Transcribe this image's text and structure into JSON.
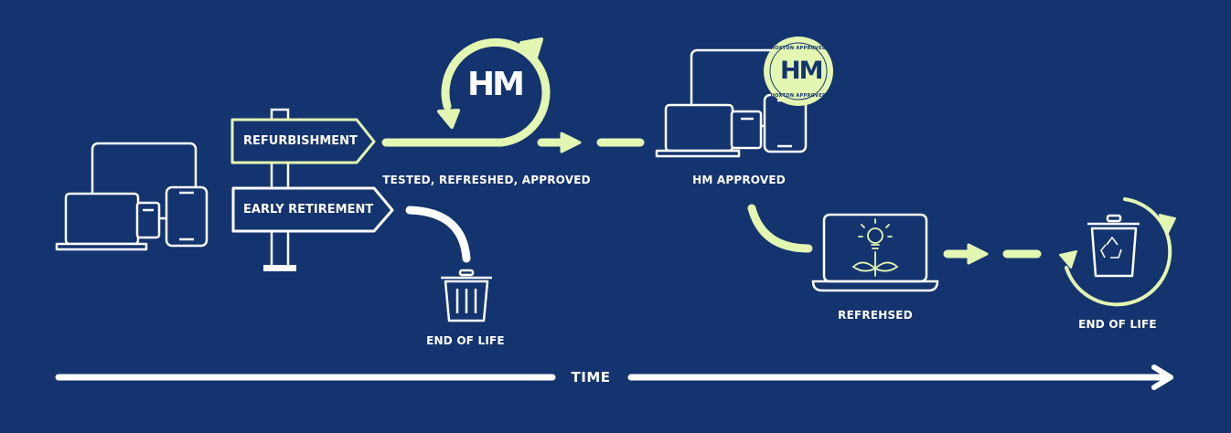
{
  "signpost": {
    "refurbishment": "REFURBISHMENT",
    "early_retirement": "EARLY RETIREMENT"
  },
  "loop_logo": "HM",
  "badge": {
    "logo": "HM",
    "top_text": "HOXTON APPROVED",
    "bottom_text": "HOXTON APPROVED"
  },
  "labels": {
    "tested": "TESTED, REFRESHED, APPROVED",
    "hm_approved": "HM APPROVED",
    "end_of_life_1": "END OF LIFE",
    "refreshed": "REFREHSED",
    "end_of_life_2": "END OF LIFE",
    "time": "TIME"
  },
  "colors": {
    "background": "#14346f",
    "accent": "#e4f7b2",
    "line": "#ffffff"
  }
}
